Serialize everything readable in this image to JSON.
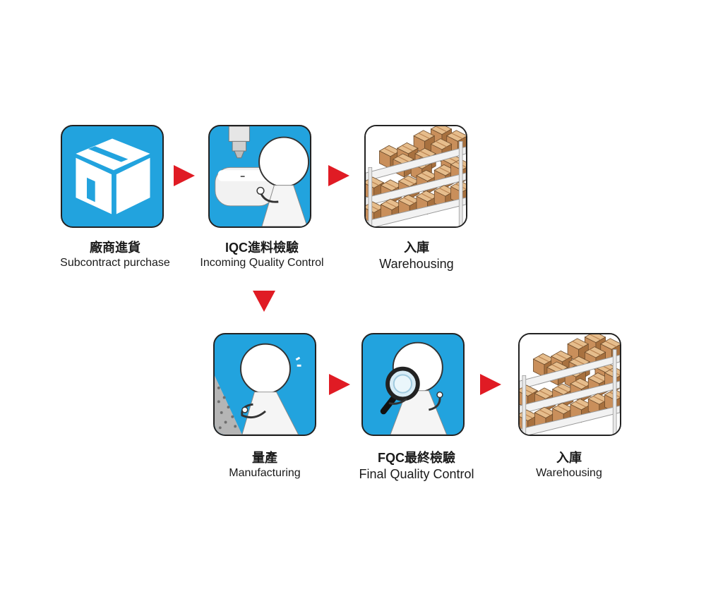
{
  "steps": [
    {
      "zh": "廠商進貨",
      "en": "Subcontract purchase",
      "icon": "box-icon"
    },
    {
      "zh": "IQC進料檢驗",
      "en": "Incoming Quality Control",
      "icon": "inspection-icon"
    },
    {
      "zh": "入庫",
      "en": "Warehousing",
      "icon": "warehouse-shelves-icon"
    },
    {
      "zh": "量產",
      "en": "Manufacturing",
      "icon": "manufacturing-icon"
    },
    {
      "zh": "FQC最終檢驗",
      "en": "Final Quality Control",
      "icon": "magnifier-inspection-icon"
    },
    {
      "zh": "入庫",
      "en": "Warehousing",
      "icon": "warehouse-shelves-icon"
    }
  ],
  "arrows": [
    {
      "from": "廠商進貨",
      "to": "IQC進料檢驗",
      "icon": "arrow-right-icon"
    },
    {
      "from": "IQC進料檢驗",
      "to": "入庫",
      "icon": "arrow-right-icon"
    },
    {
      "from": "IQC進料檢驗",
      "to": "量產",
      "icon": "arrow-down-icon"
    },
    {
      "from": "量產",
      "to": "FQC最終檢驗",
      "icon": "arrow-right-icon"
    },
    {
      "from": "FQC最終檢驗",
      "to": "入庫",
      "icon": "arrow-right-icon"
    }
  ],
  "colors": {
    "tile": "#22a3de",
    "arrow": "#e01b24",
    "border": "#222222",
    "box": "#c98f5b",
    "figure": "#f2f2f2"
  }
}
